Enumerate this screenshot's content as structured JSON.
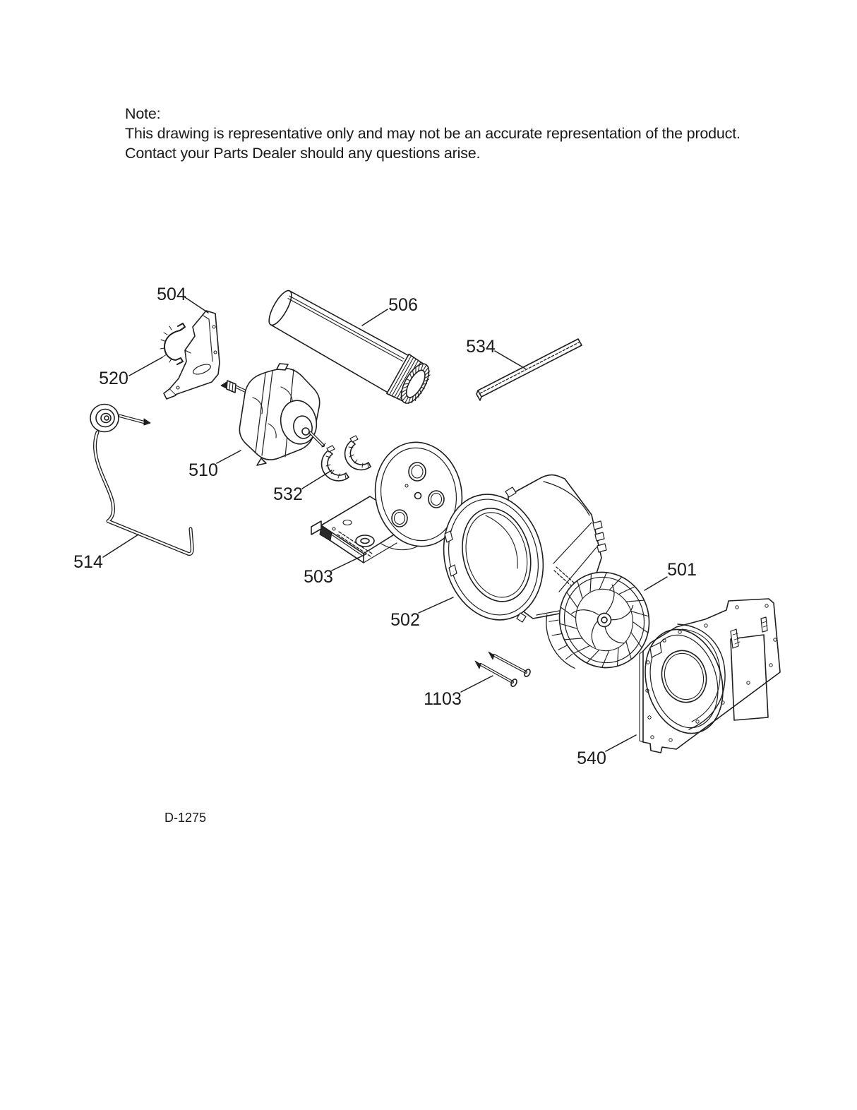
{
  "note": {
    "title": "Note:",
    "line1": "This drawing is representative only and may not be an accurate representation of the product.",
    "line2": "Contact your Parts Dealer should any questions arise."
  },
  "drawing_number": "D-1275",
  "colors": {
    "ink": "#1e1e1e",
    "background": "#ffffff"
  },
  "parts": [
    {
      "label": "504"
    },
    {
      "label": "506"
    },
    {
      "label": "534"
    },
    {
      "label": "520"
    },
    {
      "label": "510"
    },
    {
      "label": "532"
    },
    {
      "label": "514"
    },
    {
      "label": "503"
    },
    {
      "label": "502"
    },
    {
      "label": "501"
    },
    {
      "label": "1103"
    },
    {
      "label": "540"
    }
  ]
}
